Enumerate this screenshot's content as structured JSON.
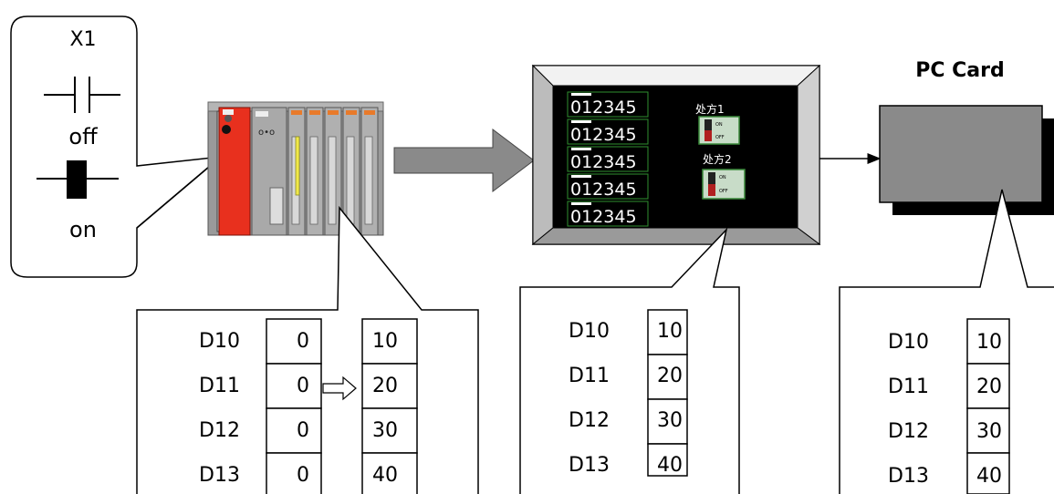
{
  "contact_box": {
    "address": "X1",
    "state_off": "off",
    "state_on": "on"
  },
  "hmi_screen": {
    "displays": [
      "012345",
      "012345",
      "012345",
      "012345",
      "012345"
    ],
    "recipe_1": "处方1",
    "recipe_2": "处方2",
    "switch_on": "ON",
    "switch_off": "OFF"
  },
  "pc_card": {
    "title": "PC Card"
  },
  "plc_table": {
    "rows": [
      {
        "device": "D10",
        "before": "0",
        "after": "10"
      },
      {
        "device": "D11",
        "before": "0",
        "after": "20"
      },
      {
        "device": "D12",
        "before": "0",
        "after": "30"
      },
      {
        "device": "D13",
        "before": "0",
        "after": "40"
      }
    ]
  },
  "hmi_table": {
    "rows": [
      {
        "device": "D10",
        "value": "10"
      },
      {
        "device": "D11",
        "value": "20"
      },
      {
        "device": "D12",
        "value": "30"
      },
      {
        "device": "D13",
        "value": "40"
      }
    ]
  },
  "card_table": {
    "rows": [
      {
        "device": "D10",
        "value": "10"
      },
      {
        "device": "D11",
        "value": "20"
      },
      {
        "device": "D12",
        "value": "30"
      },
      {
        "device": "D13",
        "value": "40"
      }
    ]
  },
  "colors": {
    "plc_cpu": "#e8301e",
    "plc_body": "#8c8c8c",
    "screen_bg": "#000000",
    "screen_text": "#ffffff",
    "screen_frame_border": "#2f8f2f",
    "card_face": "#8a8a8a",
    "arrow_fill": "#8a8a8a"
  }
}
